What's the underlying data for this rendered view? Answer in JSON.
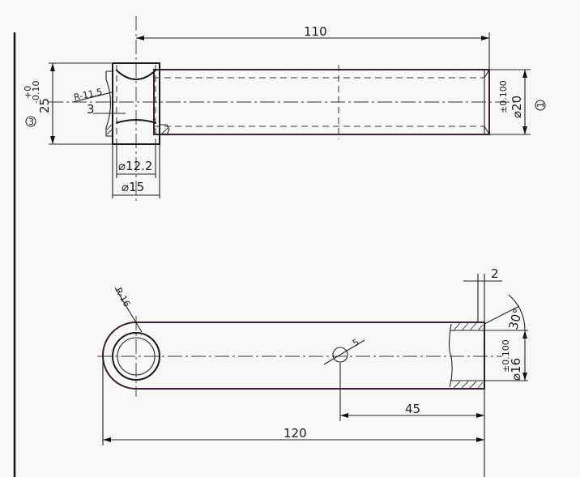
{
  "top_view": {
    "length": "110",
    "tol_plus": "+0",
    "tol_minus": "-0.10",
    "height": "25",
    "item_ref_left": "3",
    "radius": "R-11.5",
    "offset": "3",
    "inner_dia": "⌀12.2",
    "outer_dia": "⌀15",
    "tube_tol": "±0.100",
    "tube_dia": "⌀20",
    "item_ref_right": "1"
  },
  "bottom_view": {
    "radius": "R-16",
    "hole": "5",
    "chamfer_width": "2",
    "angle": "30°",
    "bore_tol": "±0.100",
    "bore_dia": "⌀16",
    "hole_pos": "45",
    "length": "120"
  }
}
